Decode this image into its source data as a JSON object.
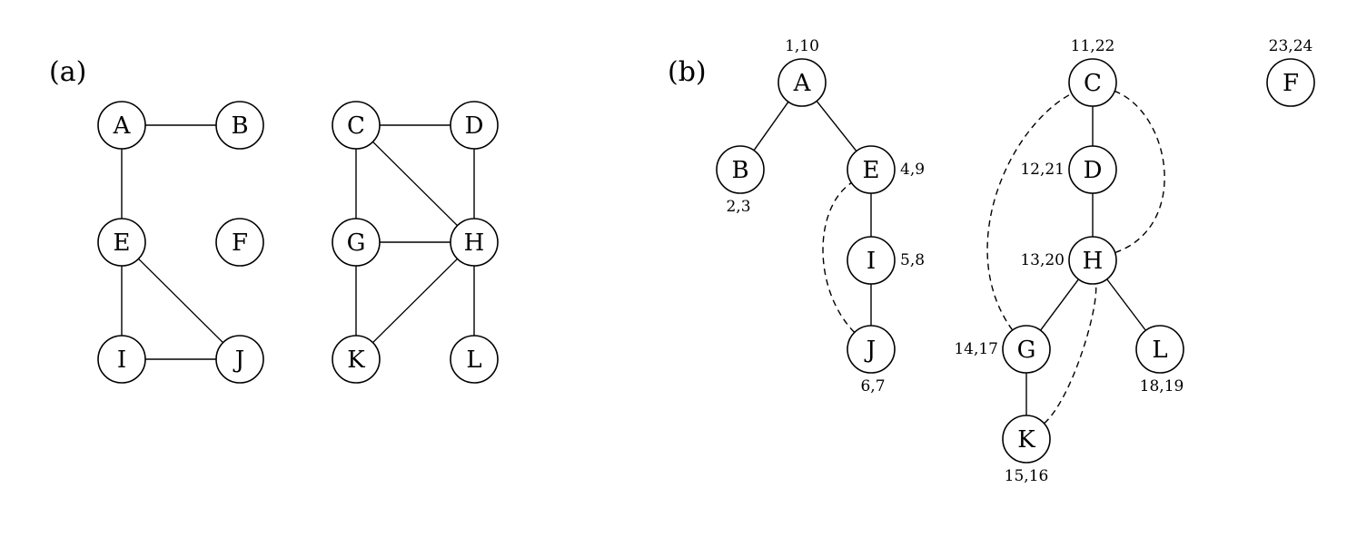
{
  "panel_a": {
    "label": "(a)",
    "nodes": [
      "A",
      "B",
      "C",
      "D",
      "E",
      "F",
      "G",
      "H",
      "I",
      "J",
      "K",
      "L"
    ],
    "edges": [
      [
        "A",
        "B"
      ],
      [
        "A",
        "E"
      ],
      [
        "E",
        "I"
      ],
      [
        "E",
        "J"
      ],
      [
        "I",
        "J"
      ],
      [
        "C",
        "D"
      ],
      [
        "C",
        "G"
      ],
      [
        "C",
        "H"
      ],
      [
        "D",
        "H"
      ],
      [
        "G",
        "H"
      ],
      [
        "G",
        "K"
      ],
      [
        "H",
        "K"
      ],
      [
        "H",
        "L"
      ]
    ]
  },
  "panel_b": {
    "label": "(b)",
    "nodes": [
      {
        "id": "A",
        "times": "1,10"
      },
      {
        "id": "B",
        "times": "2,3"
      },
      {
        "id": "E",
        "times": "4,9"
      },
      {
        "id": "I",
        "times": "5,8"
      },
      {
        "id": "J",
        "times": "6,7"
      },
      {
        "id": "C",
        "times": "11,22"
      },
      {
        "id": "D",
        "times": "12,21"
      },
      {
        "id": "H",
        "times": "13,20"
      },
      {
        "id": "G",
        "times": "14,17"
      },
      {
        "id": "K",
        "times": "15,16"
      },
      {
        "id": "L",
        "times": "18,19"
      },
      {
        "id": "F",
        "times": "23,24"
      }
    ],
    "tree_edges": [
      [
        "A",
        "B"
      ],
      [
        "A",
        "E"
      ],
      [
        "E",
        "I"
      ],
      [
        "I",
        "J"
      ],
      [
        "C",
        "D"
      ],
      [
        "D",
        "H"
      ],
      [
        "H",
        "G"
      ],
      [
        "H",
        "L"
      ],
      [
        "G",
        "K"
      ]
    ],
    "back_edges": [
      [
        "J",
        "E"
      ],
      [
        "G",
        "C"
      ],
      [
        "H",
        "C"
      ],
      [
        "K",
        "H"
      ]
    ]
  }
}
